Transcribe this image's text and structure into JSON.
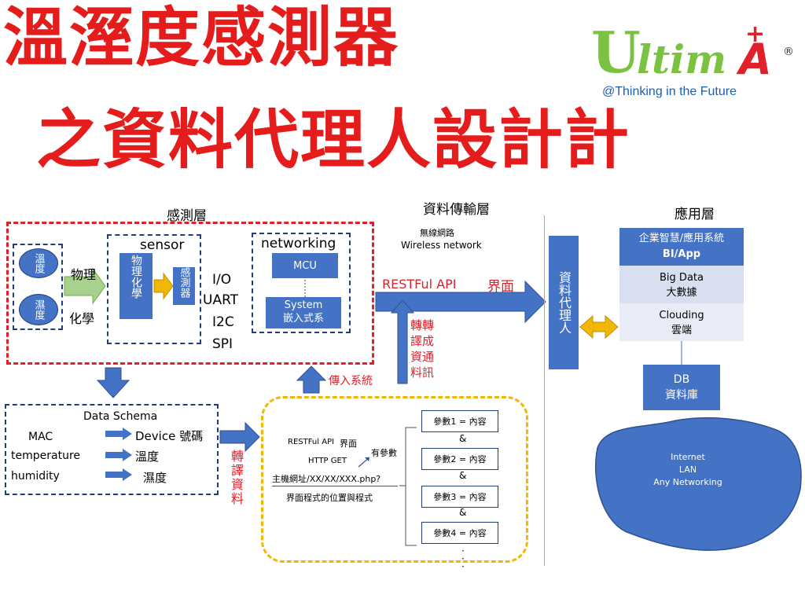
{
  "title": {
    "line1": "溫溼度感測器",
    "line2": "之資料代理人設計計"
  },
  "logo": {
    "text_u": "U",
    "text_ltim": "ltim",
    "text_plus": "+",
    "text_a": "A",
    "registered": "®",
    "slogan": "@Thinking in the Future"
  },
  "layers": {
    "sensing": "感測層",
    "transport": "資料傳輸層",
    "application": "應用層"
  },
  "sensing": {
    "temp": "溫度",
    "humid": "濕度",
    "physical": "物理",
    "chemical": "化學",
    "sensor_label": "sensor",
    "sensor_inner": "物理化學",
    "sense_box": "感測器",
    "io": [
      "I/O",
      "UART",
      "I2C",
      "SPI"
    ],
    "networking_label": "networking",
    "mcu": "MCU",
    "system_line1": "System",
    "system_line2": "嵌入式系"
  },
  "wireless": {
    "cn": "無線網路",
    "en": "Wireless network"
  },
  "restful": {
    "api": "RESTFul API",
    "interface": "界面"
  },
  "translate_vertical": "轉轉譯成資通料訊",
  "translate_cols": [
    "轉轉",
    "譯成",
    "資通",
    "料訊"
  ],
  "upload": "傳入系統",
  "agent": "資料代理人",
  "app": {
    "row1_line1": "企業智慧/應用系統",
    "row1_line2": "BI/App",
    "row2_line1": "Big Data",
    "row2_line2": "大數據",
    "row3_line1": "Clouding",
    "row3_line2": "雲端"
  },
  "db": {
    "line1": "DB",
    "line2": "資料庫"
  },
  "cloud": {
    "line1": "Internet",
    "line2": "LAN",
    "line3": "Any Networking"
  },
  "schema": {
    "title": "Data Schema",
    "left": [
      "MAC",
      "temperature",
      "humidity"
    ],
    "right": [
      "Device 號碼",
      "溫度",
      "濕度"
    ]
  },
  "convert": "轉譯資料",
  "request": {
    "api": "RESTFul API",
    "interface": "界面",
    "method": "HTTP GET",
    "has_params": "有參數",
    "url": "主機網址/XX/XX/XXX.php?",
    "caption": "界面程式的位置與程式"
  },
  "params": [
    "參數1 = 內容",
    "參數2 = 內容",
    "參數3 = 內容",
    "參數4 = 內容"
  ],
  "amp": "&",
  "colors": {
    "title_red": "#e51c1c",
    "blue": "#4472c4",
    "navy": "#1f3f7a",
    "yellow": "#f2b705",
    "logo_green": "#7cc242",
    "logo_red": "#e0202a",
    "logo_blue": "#1a5fb4"
  }
}
